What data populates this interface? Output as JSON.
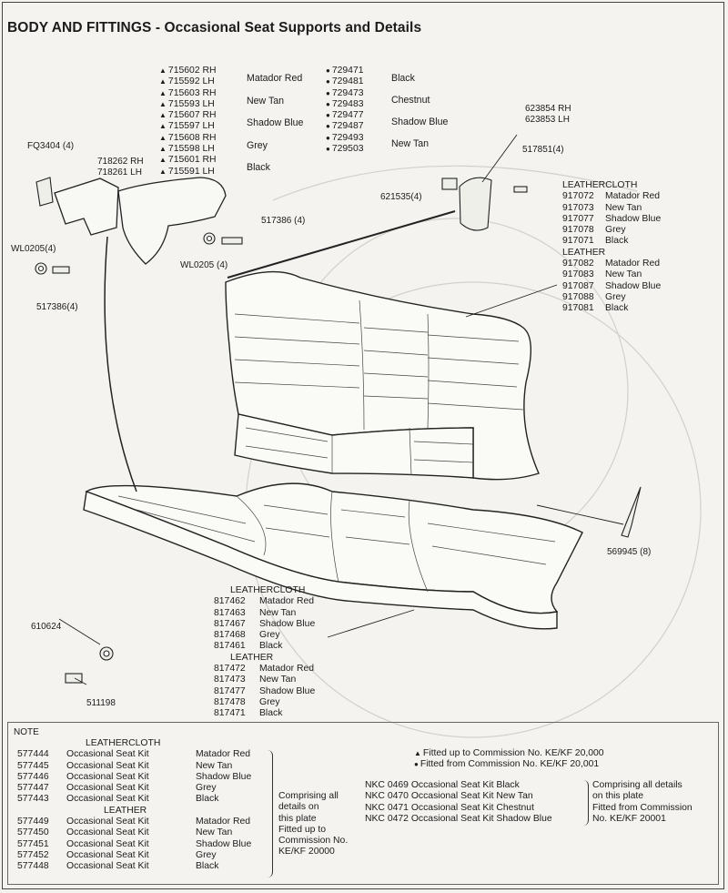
{
  "title": "BODY AND FITTINGS - Occasional Seat Supports and Details",
  "markers": {
    "triangle": "▲",
    "circle": "●"
  },
  "support_parts": [
    {
      "parts": [
        "715602 RH",
        "715592 LH"
      ],
      "colour": "Matador Red"
    },
    {
      "parts": [
        "715603 RH",
        "715593 LH"
      ],
      "colour": "New Tan"
    },
    {
      "parts": [
        "715607 RH",
        "715597 LH"
      ],
      "colour": "Shadow Blue"
    },
    {
      "parts": [
        "715608 RH",
        "715598 LH"
      ],
      "colour": "Grey"
    },
    {
      "parts": [
        "715601 RH",
        "715591 LH"
      ],
      "colour": "Black"
    }
  ],
  "trim_parts": [
    {
      "parts": [
        "729471",
        "729481"
      ],
      "colour": "Black"
    },
    {
      "parts": [
        "729473",
        "729483"
      ],
      "colour": "Chestnut"
    },
    {
      "parts": [
        "729477",
        "729487"
      ],
      "colour": "Shadow Blue"
    },
    {
      "parts": [
        "729493",
        "729503"
      ],
      "colour": "New Tan"
    }
  ],
  "callouts": {
    "fq3404": "FQ3404 (4)",
    "bracket_rh": "718262 RH",
    "bracket_lh": "718261 LH",
    "wl0205_left": "WL0205(4)",
    "bolt_left": "517386(4)",
    "wl0205_mid": "WL0205 (4)",
    "bolt_mid": "517386 (4)",
    "hinge_rh": "623854 RH",
    "hinge_lh": "623853 LH",
    "screw": "517851(4)",
    "clip": "621535(4)",
    "fastener": "569945 (8)",
    "nut": "610624",
    "stud": "511198"
  },
  "back_parts": {
    "leathercloth_label": "LEATHERCLOTH",
    "leathercloth": [
      {
        "no": "917072",
        "colour": "Matador Red"
      },
      {
        "no": "917073",
        "colour": "New Tan"
      },
      {
        "no": "917077",
        "colour": "Shadow Blue"
      },
      {
        "no": "917078",
        "colour": "Grey"
      },
      {
        "no": "917071",
        "colour": "Black"
      }
    ],
    "leather_label": "LEATHER",
    "leather": [
      {
        "no": "917082",
        "colour": "Matador Red"
      },
      {
        "no": "917083",
        "colour": "New Tan"
      },
      {
        "no": "917087",
        "colour": "Shadow Blue"
      },
      {
        "no": "917088",
        "colour": "Grey"
      },
      {
        "no": "917081",
        "colour": "Black"
      }
    ]
  },
  "cushion_parts": {
    "leathercloth_label": "LEATHERCLOTH",
    "leathercloth": [
      {
        "no": "817462",
        "colour": "Matador Red"
      },
      {
        "no": "817463",
        "colour": "New Tan"
      },
      {
        "no": "817467",
        "colour": "Shadow Blue"
      },
      {
        "no": "817468",
        "colour": "Grey"
      },
      {
        "no": "817461",
        "colour": "Black"
      }
    ],
    "leather_label": "LEATHER",
    "leather": [
      {
        "no": "817472",
        "colour": "Matador Red"
      },
      {
        "no": "817473",
        "colour": "New Tan"
      },
      {
        "no": "817477",
        "colour": "Shadow Blue"
      },
      {
        "no": "817478",
        "colour": "Grey"
      },
      {
        "no": "817471",
        "colour": "Black"
      }
    ]
  },
  "note": {
    "heading": "NOTE",
    "leathercloth_label": "LEATHERCLOTH",
    "leather_label": "LEATHER",
    "kits_leathercloth": [
      {
        "no": "577444",
        "desc": "Occasional Seat Kit",
        "colour": "Matador Red"
      },
      {
        "no": "577445",
        "desc": "Occasional Seat Kit",
        "colour": "New Tan"
      },
      {
        "no": "577446",
        "desc": "Occasional Seat Kit",
        "colour": "Shadow Blue"
      },
      {
        "no": "577447",
        "desc": "Occasional Seat Kit",
        "colour": "Grey"
      },
      {
        "no": "577443",
        "desc": "Occasional Seat Kit",
        "colour": "Black"
      }
    ],
    "kits_leather": [
      {
        "no": "577449",
        "desc": "Occasional Seat Kit",
        "colour": "Matador Red"
      },
      {
        "no": "577450",
        "desc": "Occasional Seat Kit",
        "colour": "New Tan"
      },
      {
        "no": "577451",
        "desc": "Occasional Seat Kit",
        "colour": "Shadow Blue"
      },
      {
        "no": "577452",
        "desc": "Occasional Seat Kit",
        "colour": "Grey"
      },
      {
        "no": "577448",
        "desc": "Occasional Seat Kit",
        "colour": "Black"
      }
    ],
    "comprising_lines": [
      "Comprising all",
      "details on",
      "this plate",
      "Fitted up to",
      "Commission No.",
      "KE/KF 20000"
    ],
    "legend": [
      {
        "marker": "▲",
        "text": "Fitted up to Commission No. KE/KF 20,000"
      },
      {
        "marker": "●",
        "text": "Fitted from Commission No. KE/KF 20,001"
      }
    ],
    "nkc_kits": [
      "NKC 0469 Occasional Seat Kit Black",
      "NKC 0470 Occasional Seat Kit New Tan",
      "NKC 0471 Occasional Seat Kit Chestnut",
      "NKC 0472 Occasional Seat Kit Shadow Blue"
    ],
    "nkc_comprising_lines": [
      "Comprising all details",
      "on this plate",
      "Fitted from Commission",
      "No. KE/KF 20001"
    ]
  }
}
